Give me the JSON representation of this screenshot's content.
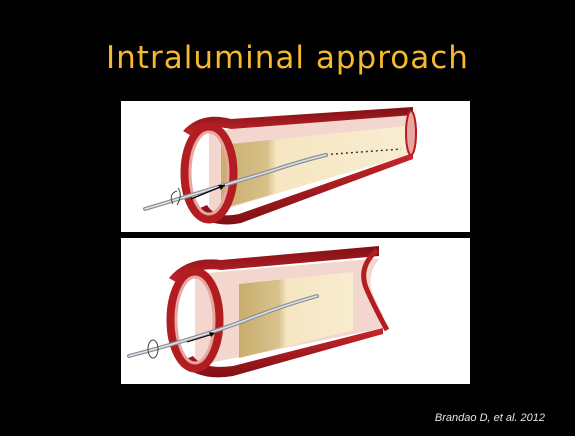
{
  "slide": {
    "title": "Intraluminal approach",
    "citation": "Brandao D, et al. 2012"
  },
  "illustrations": [
    {
      "name": "vessel-diagram-catheter-crossing-thrombus"
    },
    {
      "name": "vessel-diagram-catheter-entering-thrombus"
    }
  ],
  "colors": {
    "background": "#000000",
    "title": "#f5b82e",
    "vessel_wall": "#b21d22",
    "vessel_inner": "#e9a6a0",
    "thrombus_light": "#f6e6c2",
    "thrombus_dark": "#c8ad6c"
  }
}
